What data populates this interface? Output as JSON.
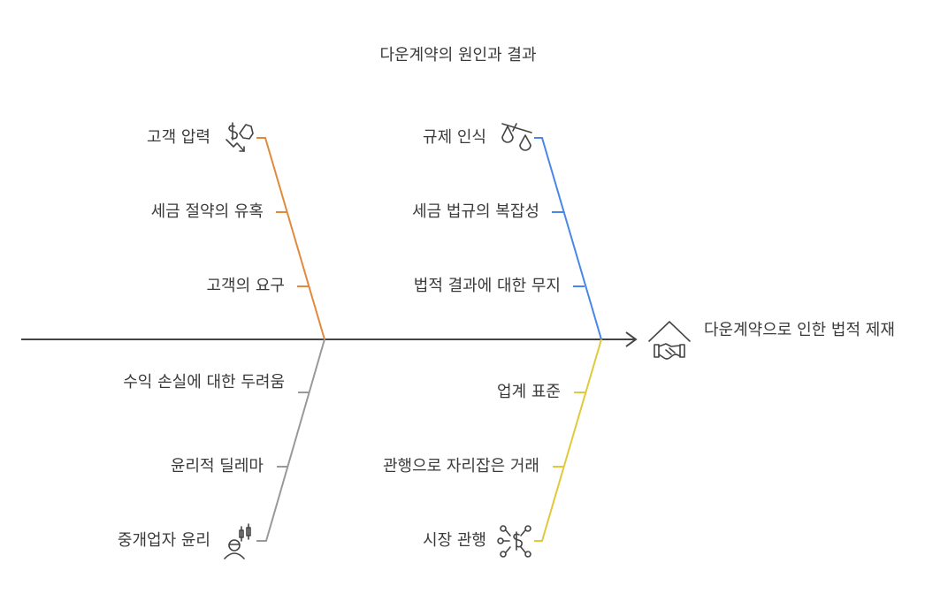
{
  "title": "다운계약의 원인과 결과",
  "effect": {
    "label": "다운계약으로 인한 법적 제재",
    "icon": "handshake-house-icon"
  },
  "colors": {
    "orange": "#e08a3c",
    "blue": "#4a86e8",
    "gray": "#999999",
    "yellow": "#e0c93a",
    "spine": "#444444"
  },
  "branches": {
    "top_left": {
      "category": "고객 압력",
      "icon": "money-pressure-icon",
      "causes": [
        "세금 절약의 유혹",
        "고객의 요구"
      ]
    },
    "top_right": {
      "category": "규제 인식",
      "icon": "scales-icon",
      "causes": [
        "세금 법규의 복잡성",
        "법적 결과에 대한 무지"
      ]
    },
    "bottom_left": {
      "category": "중개업자 윤리",
      "icon": "agent-candles-icon",
      "causes": [
        "수익 손실에 대한 두려움",
        "윤리적 딜레마"
      ]
    },
    "bottom_right": {
      "category": "시장 관행",
      "icon": "network-money-icon",
      "causes": [
        "업계 표준",
        "관행으로 자리잡은 거래"
      ]
    }
  }
}
